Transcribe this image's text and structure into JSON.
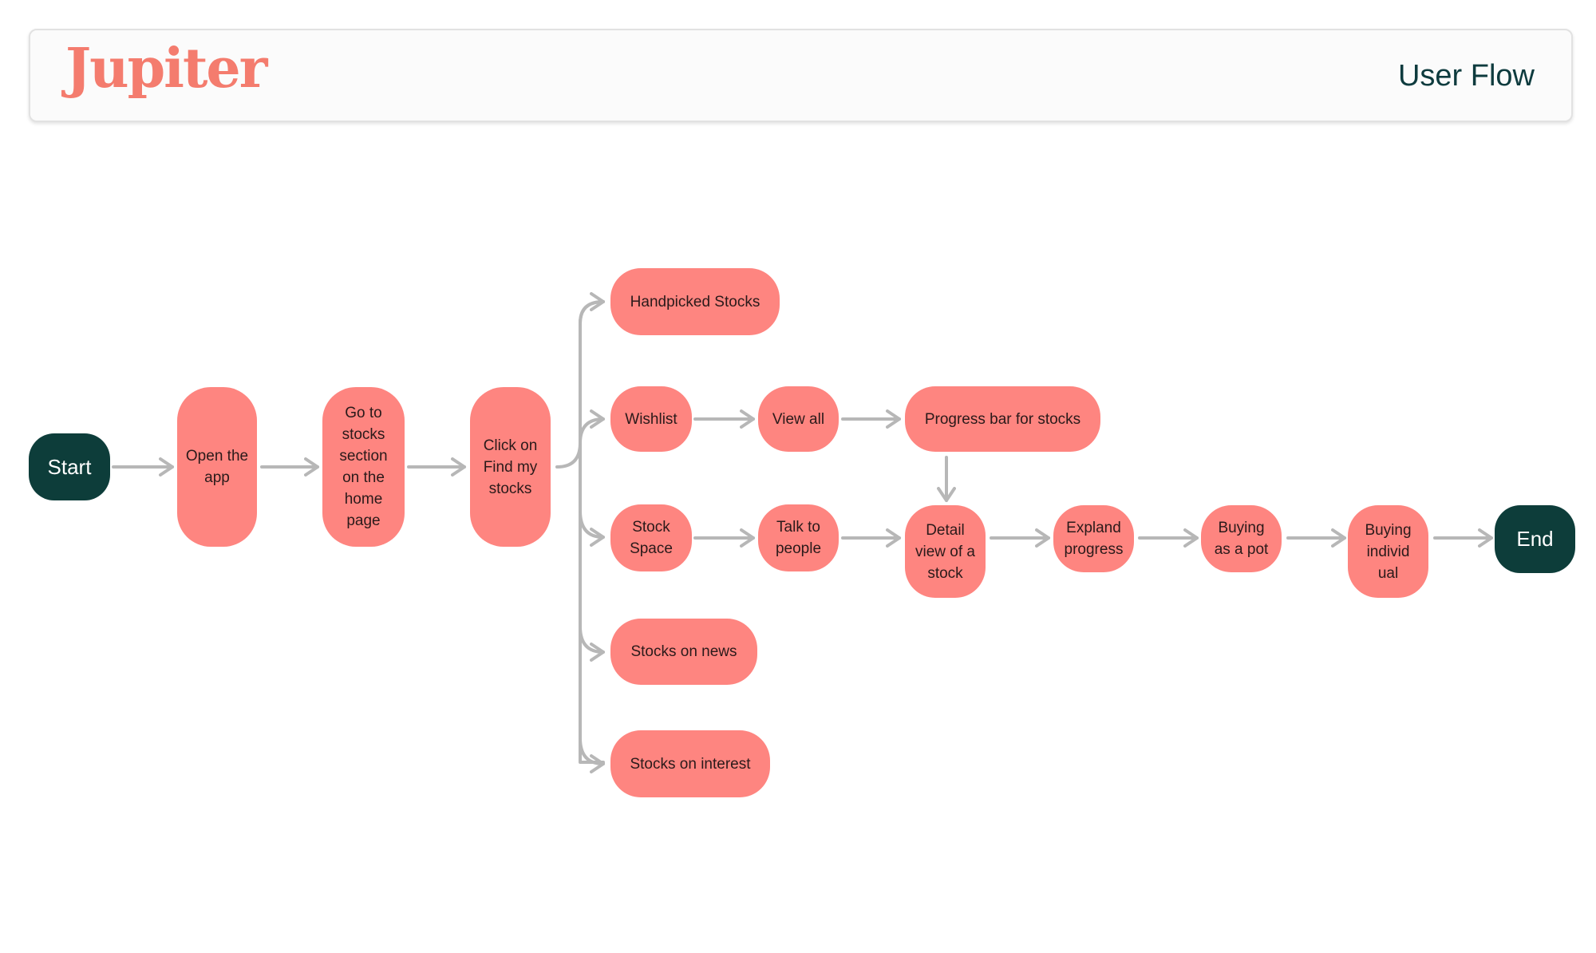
{
  "header": {
    "logo_text": "Jupiter",
    "title": "User Flow"
  },
  "colors": {
    "node": "#fe8580",
    "terminal": "#0d3d3a",
    "arrow": "#b7b7b7",
    "logo": "#f47c6e"
  },
  "flow": {
    "start": "Start",
    "open_app": "Open the app",
    "go_to_stocks": "Go to stocks section on the home page",
    "click_find": "Click on Find my stocks",
    "handpicked": "Handpicked Stocks",
    "wishlist": "Wishlist",
    "view_all": "View all",
    "progress_bar": "Progress bar for stocks",
    "stock_space": "Stock Space",
    "talk_people": "Talk to people",
    "detail_view": "Detail view of a stock",
    "expand_progress": "Expland progress",
    "buying_pot": "Buying as a pot",
    "buying_individual": "Buying individ ual",
    "end": "End",
    "stocks_news": "Stocks on news",
    "stocks_interest": "Stocks on interest"
  }
}
